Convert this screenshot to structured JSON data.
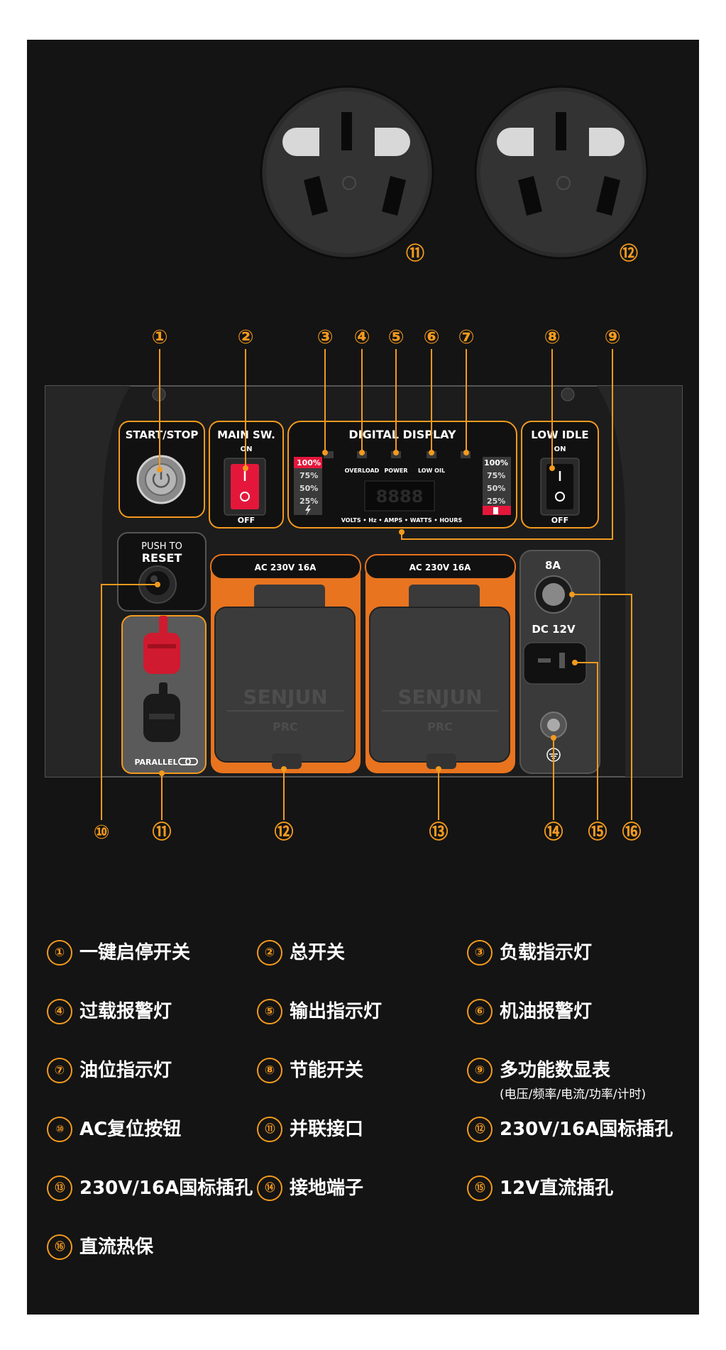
{
  "colors": {
    "accent": "#f39a1e",
    "background": "#141414",
    "socket_orange": "#e8741f",
    "indicator_red": "#e4173b"
  },
  "panel": {
    "start_stop_label": "START/STOP",
    "main_switch_label": "MAIN SW.",
    "main_switch_on": "ON",
    "main_switch_off": "OFF",
    "digital_display_label": "DIGITAL DISPLAY",
    "display_lights": [
      "OVERLOAD",
      "POWER",
      "LOW OIL"
    ],
    "display_units": "VOLTS • Hz • AMPS • WATTS • HOURS",
    "display_readout": "8888",
    "load_levels": [
      "100%",
      "75%",
      "50%",
      "25%"
    ],
    "load_icon": "lightning-icon",
    "fuel_levels": [
      "100%",
      "75%",
      "50%",
      "25%"
    ],
    "fuel_icon": "fuel-pump-icon",
    "low_idle_label": "LOW IDLE",
    "low_idle_on": "ON",
    "low_idle_off": "OFF",
    "push_to": "PUSH TO",
    "reset": "RESET",
    "ac_socket_labels": [
      "AC 230V 16A",
      "AC 230V 16A"
    ],
    "cover_brand": "SENJUN",
    "cover_sub": "PRC",
    "breaker_label": "8A",
    "dc_label": "DC 12V",
    "parallel_label": "PARALLEL",
    "ground_icon": "ground-icon"
  },
  "callouts": {
    "top_sockets": [
      "⑪",
      "⑫"
    ],
    "top_row": [
      "①",
      "②",
      "③",
      "④",
      "⑤",
      "⑥",
      "⑦",
      "⑧",
      "⑨"
    ],
    "bottom_row": [
      "⑩",
      "⑪",
      "⑫",
      "⑬",
      "⑭",
      "⑮",
      "⑯"
    ]
  },
  "legend": [
    {
      "num": "①",
      "text": "一键启停开关"
    },
    {
      "num": "②",
      "text": "总开关"
    },
    {
      "num": "③",
      "text": "负载指示灯"
    },
    {
      "num": "④",
      "text": "过载报警灯"
    },
    {
      "num": "⑤",
      "text": "输出指示灯"
    },
    {
      "num": "⑥",
      "text": "机油报警灯"
    },
    {
      "num": "⑦",
      "text": "油位指示灯"
    },
    {
      "num": "⑧",
      "text": "节能开关"
    },
    {
      "num": "⑨",
      "text": "多功能数显表",
      "sub": "(电压/频率/电流/功率/计时)"
    },
    {
      "num": "⑩",
      "text": "AC复位按钮"
    },
    {
      "num": "⑪",
      "text": "并联接口"
    },
    {
      "num": "⑫",
      "text": "230V/16A国标插孔"
    },
    {
      "num": "⑬",
      "text": "230V/16A国标插孔"
    },
    {
      "num": "⑭",
      "text": "接地端子"
    },
    {
      "num": "⑮",
      "text": "12V直流插孔"
    },
    {
      "num": "⑯",
      "text": "直流热保"
    }
  ]
}
